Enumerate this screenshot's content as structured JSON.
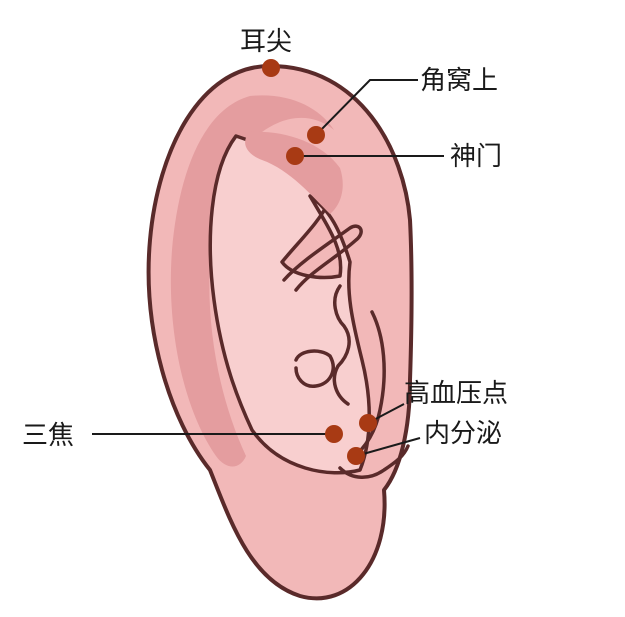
{
  "colors": {
    "skin": "#f2b8b8",
    "skin_shadow": "#e49d9f",
    "skin_highlight": "#f8cfcf",
    "outline": "#5a2a2a",
    "point": "#a83a14",
    "leader": "#1a1a1a"
  },
  "points": [
    {
      "id": "ear-apex",
      "label": "耳尖"
    },
    {
      "id": "triangular-fossa-upper",
      "label": "角窝上"
    },
    {
      "id": "shenmen",
      "label": "神门"
    },
    {
      "id": "blood-pressure",
      "label": "高血压点"
    },
    {
      "id": "endocrine",
      "label": "内分泌"
    },
    {
      "id": "sanjiao",
      "label": "三焦"
    }
  ]
}
